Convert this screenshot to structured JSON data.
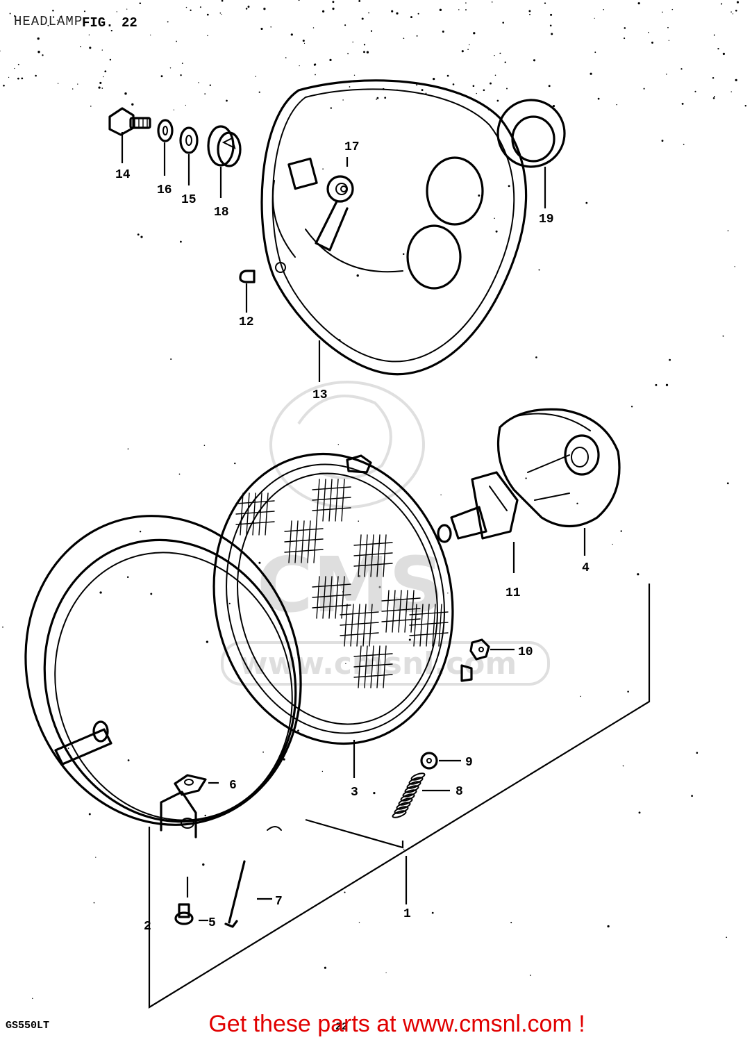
{
  "page": {
    "title": "HEADLAMP",
    "figure_label": "FIG. 22",
    "model_code": "GS550LT",
    "page_number": "22",
    "promo_text": "Get these parts at www.cmsnl.com !",
    "promo_color": "#e10000"
  },
  "watermark": {
    "text": "www.cmsnl.com",
    "logo_text": "CMS"
  },
  "callouts": [
    "1",
    "2",
    "3",
    "4",
    "5",
    "6",
    "7",
    "8",
    "9",
    "10",
    "11",
    "12",
    "13",
    "14",
    "15",
    "16",
    "17",
    "18",
    "19"
  ]
}
